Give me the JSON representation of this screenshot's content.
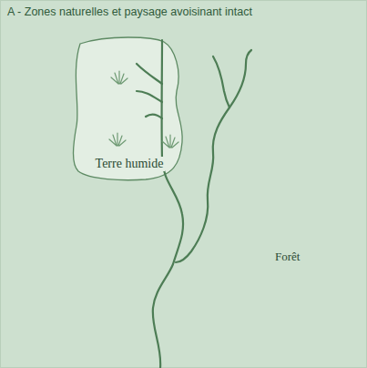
{
  "diagram": {
    "title": "A - Zones naturelles et paysage avoisinant intact",
    "nodes": [
      {
        "text": [
          "Terre humide"
        ]
      }
    ],
    "labels": [
      "Forêt"
    ]
  }
}
